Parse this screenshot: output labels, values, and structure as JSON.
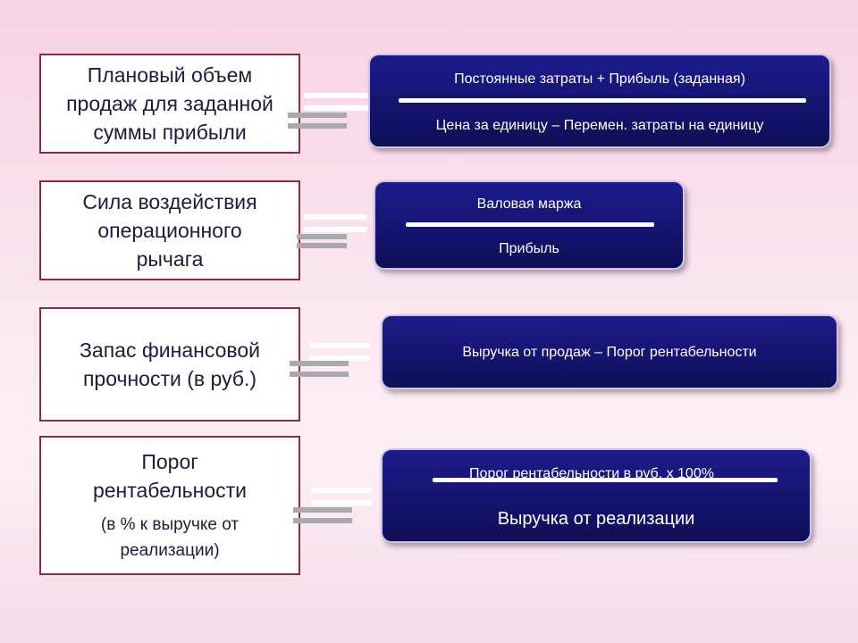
{
  "rows": [
    {
      "left_text": "Плановый объем продаж для заданной суммы прибыли",
      "numerator": "Постоянные затраты + Прибыль (заданная)",
      "denominator": "Цена за единицу – Перемен. затраты на единицу"
    },
    {
      "left_text": "Сила воздействия операционного рычага",
      "numerator": "Валовая маржа",
      "denominator": "Прибыль"
    },
    {
      "left_text": "Запас финансовой прочности (в руб.)",
      "formula": "Выручка от продаж – Порог рентабельности"
    },
    {
      "left_text": "Порог рентабельности",
      "left_subtext": "(в % к выручке от реализации)",
      "numerator": "Порог рентабельности в руб. х 100%",
      "denominator": "Выручка от реализации"
    }
  ],
  "colors": {
    "box_border": "#8d2a46",
    "formula_bg": "#1a1880",
    "background": "#f9e1ec"
  }
}
